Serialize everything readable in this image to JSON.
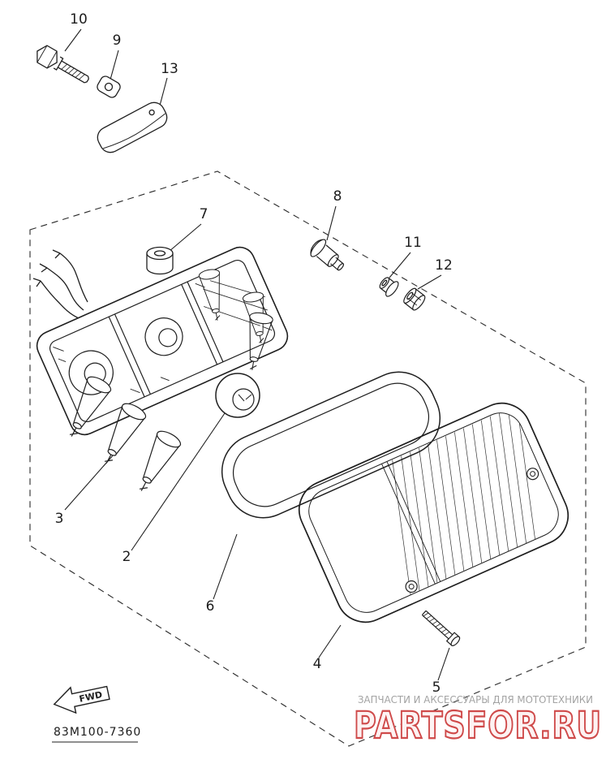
{
  "diagram": {
    "part_code": "83M100-7360",
    "fwd_label": "FWD",
    "callouts": [
      "10",
      "9",
      "13",
      "7",
      "8",
      "11",
      "12",
      "3",
      "2",
      "6",
      "4",
      "5"
    ],
    "watermark": {
      "tagline": "ЗАПЧАСТИ И АКСЕССУАРЫ ДЛЯ МОТОТЕХНИКИ",
      "brand": "PARTSFOR.RU",
      "tagline_color": "#a3a3a3",
      "brand_color": "#cf4a4a"
    },
    "colors": {
      "line": "#1f1f1f"
    }
  }
}
